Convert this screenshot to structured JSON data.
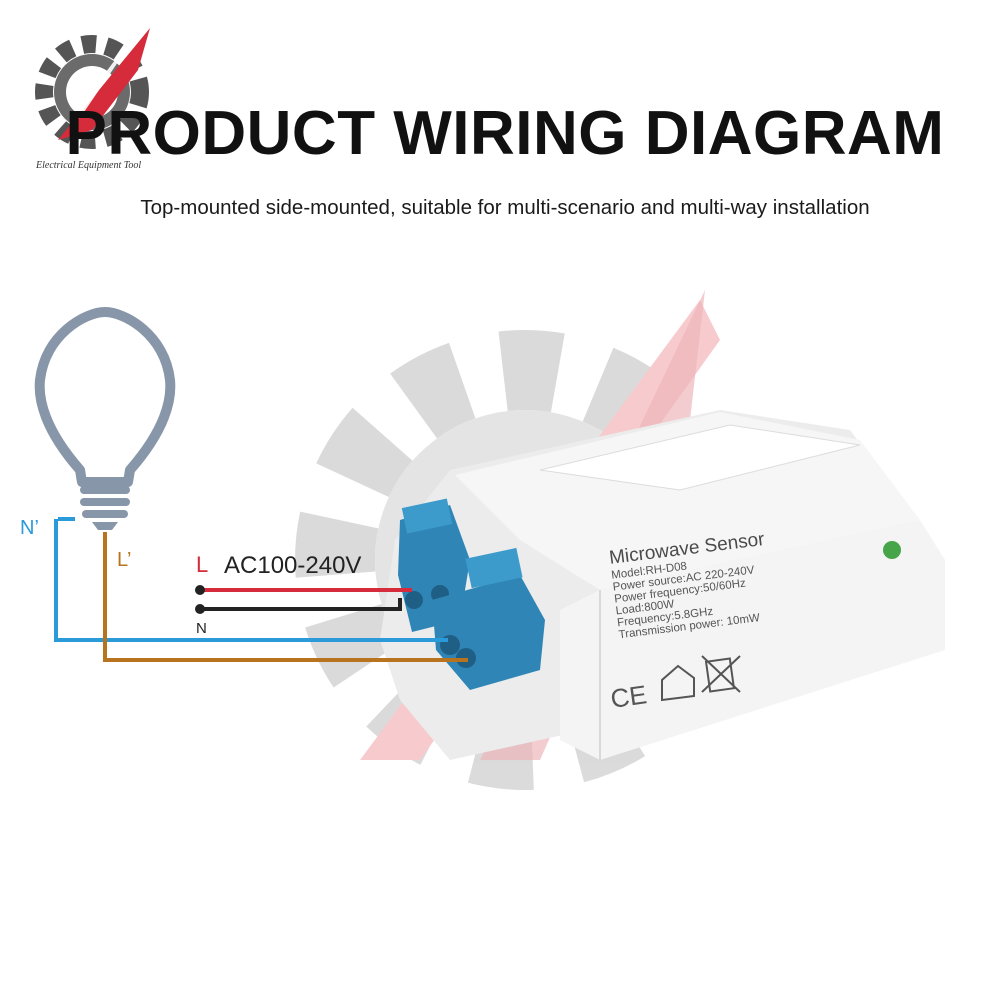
{
  "header": {
    "title": "PRODUCT WIRING DIAGRAM",
    "subtitle": "Top-mounted side-mounted, suitable for multi-scenario and multi-way installation",
    "logo_text": "Electrical Equipment Tool"
  },
  "wiring": {
    "n_prime": "N’",
    "l_prime": "L’",
    "l": "L",
    "voltage": "AC100-240V",
    "n": "N"
  },
  "sensor": {
    "name": "Microwave Sensor",
    "specs": [
      "Model:RH-D08",
      "Power source:AC 220-240V",
      "Power frequency:50/60Hz",
      "Load:800W",
      "Frequency:5.8GHz",
      "Transmission power:   10mW"
    ]
  },
  "colors": {
    "neutral_wire": "#2a9ad8",
    "load_wire": "#b8731f",
    "live_wire": "#d62b3a",
    "terminal_blue": "#2f86b6",
    "bulb": "#8896aa"
  },
  "icons": [
    "gear-logo-icon",
    "bulb-icon",
    "ce-mark-icon",
    "house-icon",
    "wheelie-bin-icon",
    "led-indicator-icon"
  ]
}
